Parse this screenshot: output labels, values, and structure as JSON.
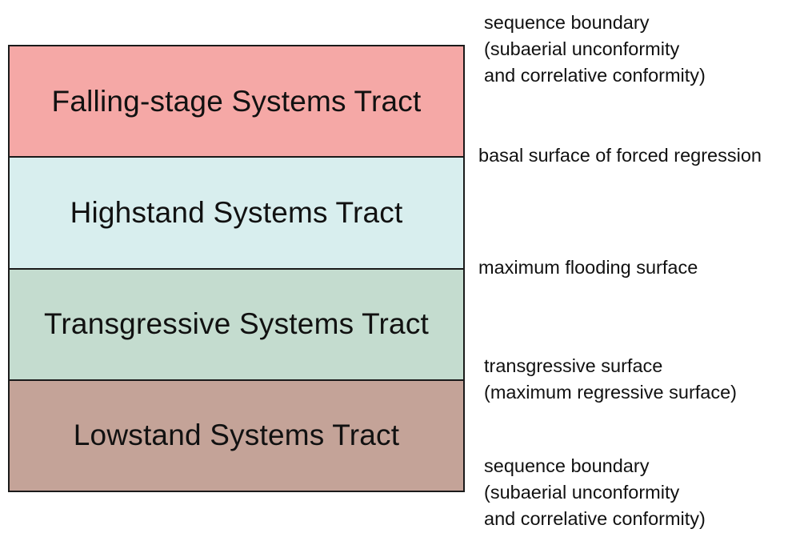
{
  "diagram": {
    "tracts": [
      {
        "label": "Falling-stage Systems Tract",
        "color": "#f5a8a6"
      },
      {
        "label": "Highstand Systems Tract",
        "color": "#d8eeee"
      },
      {
        "label": "Transgressive Systems Tract",
        "color": "#c4dccf"
      },
      {
        "label": "Lowstand Systems Tract",
        "color": "#c4a398"
      }
    ],
    "surfaces": {
      "top_sequence_boundary": [
        "sequence boundary",
        "(subaerial unconformity",
        "and correlative conformity)"
      ],
      "basal_forced_regression": [
        "basal surface of forced regression"
      ],
      "maximum_flooding": [
        "maximum flooding surface"
      ],
      "transgressive": [
        "transgressive surface",
        "(maximum regressive surface)"
      ],
      "bottom_sequence_boundary": [
        "sequence boundary",
        "(subaerial unconformity",
        "and correlative conformity)"
      ]
    }
  }
}
